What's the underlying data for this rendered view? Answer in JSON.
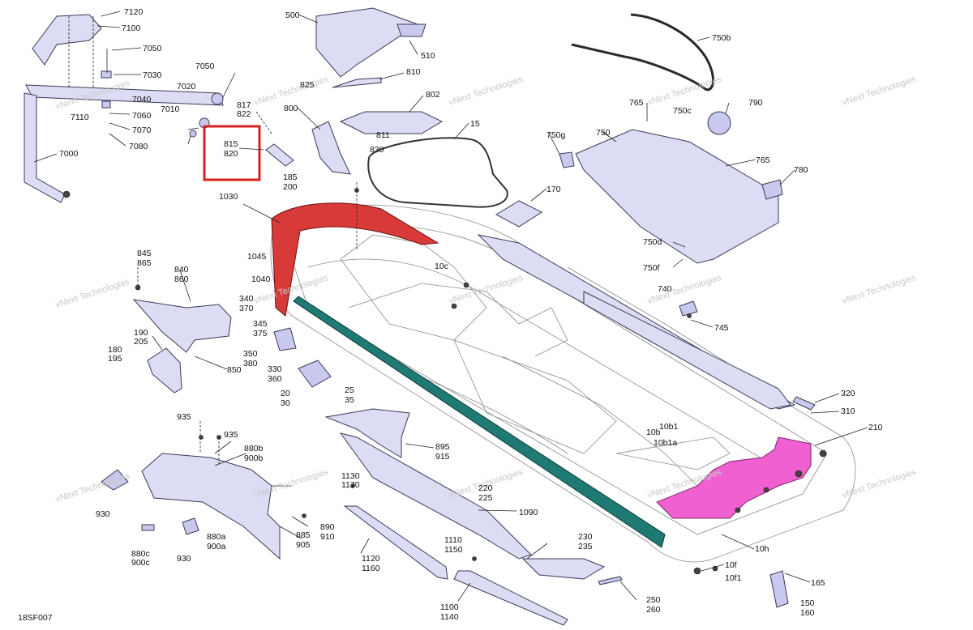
{
  "diagram": {
    "code": "18SF007",
    "watermark": "vNext Technologies",
    "highlight_color": "#d92020",
    "part_fill": "#dcdcf5",
    "red_part_fill": "#d83a3a",
    "teal_part_fill": "#1f7a73",
    "pink_part_fill": "#f060d0"
  },
  "callouts": [
    "7120",
    "7100",
    "7050",
    "7030",
    "7050",
    "7020",
    "7040",
    "7010",
    "7110",
    "7060",
    "7070",
    "7080",
    "7000",
    "500",
    "510",
    "825",
    "810",
    "802",
    "817",
    "822",
    "800",
    "815",
    "820",
    "811",
    "830",
    "15",
    "750b",
    "765",
    "790",
    "750c",
    "750g",
    "750",
    "765",
    "780",
    "750d",
    "750f",
    "170",
    "185",
    "200",
    "1030",
    "1045",
    "10c",
    "1040",
    "740",
    "745",
    "845",
    "865",
    "840",
    "860",
    "340",
    "370",
    "345",
    "375",
    "190",
    "205",
    "180",
    "195",
    "350",
    "380",
    "330",
    "360",
    "850",
    "20",
    "30",
    "25",
    "35",
    "320",
    "310",
    "210",
    "10b1",
    "10b",
    "10b1a",
    "935",
    "935",
    "880b",
    "900b",
    "895",
    "915",
    "930",
    "1130",
    "1170",
    "220",
    "225",
    "890",
    "910",
    "885",
    "905",
    "880a",
    "900a",
    "930",
    "880c",
    "900c",
    "1090",
    "1120",
    "1160",
    "1110",
    "1150",
    "230",
    "235",
    "10h",
    "10f",
    "10f1",
    "165",
    "250",
    "260",
    "1100",
    "1140",
    "150",
    "160"
  ]
}
